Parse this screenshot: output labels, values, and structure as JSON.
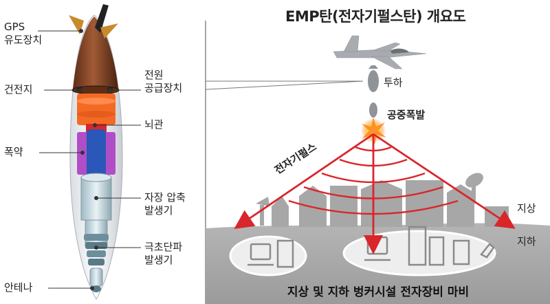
{
  "title": "EMP탄(전자기펄스탄) 개요도",
  "bomb_labels": {
    "gps": "GPS\n유도장치",
    "battery": "건전지",
    "power": "전원\n공급장치",
    "detonator": "뇌관",
    "explosive": "폭약",
    "field_compression": "자장 압축\n발생기",
    "microwave": "극초단파\n발생기",
    "antenna": "안테나"
  },
  "scene_labels": {
    "drop": "투하",
    "airburst": "공중폭발",
    "pulse": "전자기펄스",
    "ground": "지상",
    "underground": "지하",
    "caption": "지상 및 지하 벙커시설 전자장비 마비"
  },
  "colors": {
    "pulse_red": "#d9262b",
    "orange": "#f46a25",
    "purple": "#b04ec8",
    "blue": "#2a57b8",
    "bomb_body": "#8a4a2a",
    "ground_gray": "#b9b9b9"
  }
}
